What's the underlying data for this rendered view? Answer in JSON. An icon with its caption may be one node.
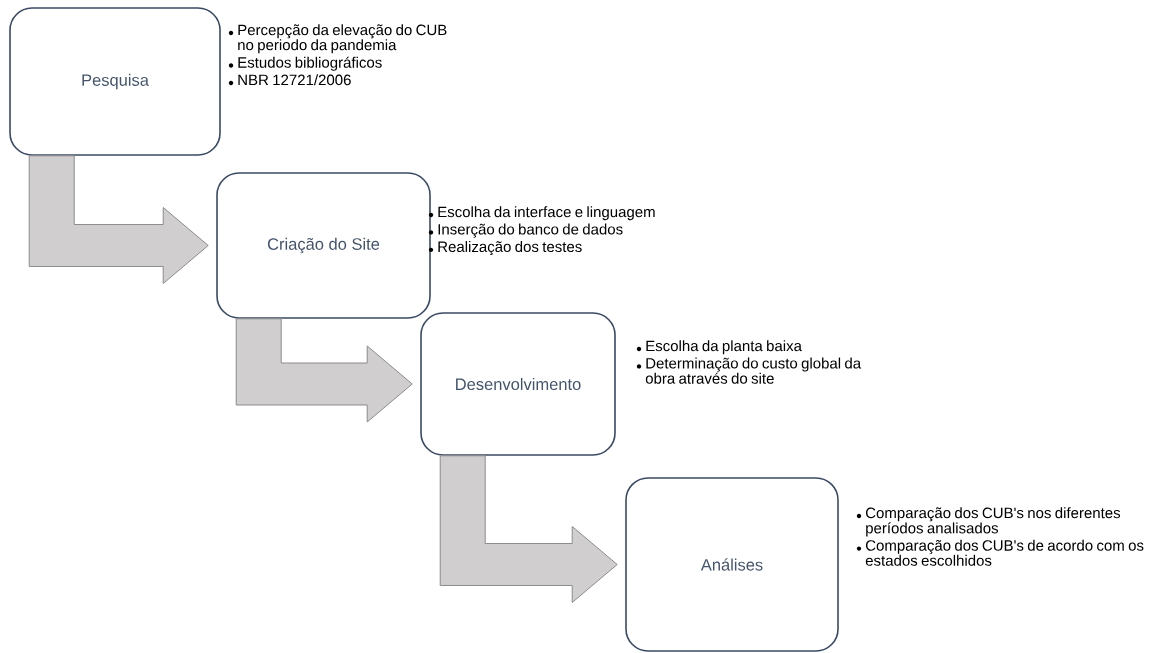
{
  "diagram": {
    "nodes": [
      {
        "text": [
          "Pesquisa"
        ],
        "beside": [
          "Percepção da elevação do CUB no periodo da pandemia",
          "Estudos bibliográficos",
          "NBR 12721/2006"
        ]
      },
      {
        "text": [
          "Criação do Site"
        ],
        "beside": [
          "Escolha da interface e linguagem",
          "Inserção do banco de dados",
          "Realização dos testes"
        ]
      },
      {
        "text": [
          "Desenvolvimento"
        ],
        "beside": [
          "Escolha da planta baixa",
          "Determinação do custo global da obra através do site"
        ]
      },
      {
        "text": [
          "Análises"
        ],
        "beside": [
          "Comparação dos CUB's nos diferentes períodos analisados",
          "Comparação dos CUB's de acordo com os estados escolhidos"
        ]
      }
    ],
    "edges": [
      {
        "from": 0,
        "to": 1,
        "arrow": "to"
      },
      {
        "from": 1,
        "to": 2,
        "arrow": "to"
      },
      {
        "from": 2,
        "to": 3,
        "arrow": "to"
      }
    ]
  }
}
